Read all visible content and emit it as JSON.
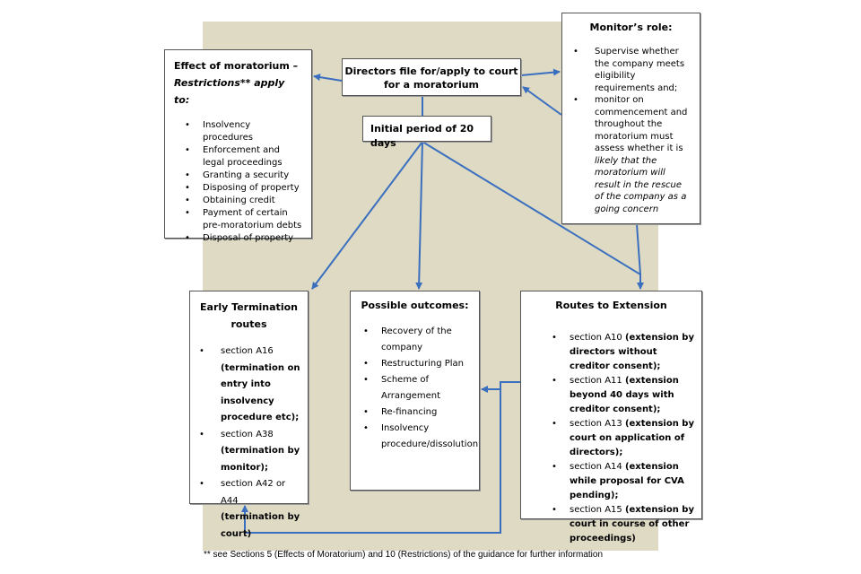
{
  "diagram": {
    "effect_box": {
      "title_line1": "Effect of moratorium –",
      "title_line2": "Restrictions** apply to:",
      "items": [
        "Insolvency procedures",
        "Enforcement and legal proceedings",
        "Granting a security",
        "Disposing of property",
        "Obtaining credit",
        "Payment of certain pre-moratorium debts",
        "Disposal of  property"
      ]
    },
    "directors_box": {
      "title": "Directors file for/apply to court for a moratorium"
    },
    "initial_box": {
      "title": "Initial period of 20 days"
    },
    "monitor_box": {
      "title": "Monitor’s role:",
      "items": [
        {
          "text": "Supervise whether the company meets eligibility requirements and;",
          "italic": ""
        },
        {
          "text": "monitor on commencement and throughout the moratorium must assess whether it is ",
          "italic": "likely that the moratorium will result in the rescue of the company as a going concern"
        }
      ]
    },
    "early_box": {
      "title": "Early Termination routes",
      "items": [
        {
          "section": "section A16",
          "detail": "(termination on entry into insolvency procedure etc);"
        },
        {
          "section": "section A38",
          "detail": "(termination by monitor);"
        },
        {
          "section": "section A42 or A44",
          "detail": "(termination by court)"
        }
      ]
    },
    "outcomes_box": {
      "title": "Possible outcomes:",
      "items": [
        "Recovery of the company",
        "Restructuring Plan",
        "Scheme of Arrangement",
        "Re-financing",
        "Insolvency procedure/dissolution"
      ]
    },
    "routes_box": {
      "title": "Routes to Extension",
      "items": [
        {
          "section": "section A10",
          "detail": "(extension by directors without creditor consent);"
        },
        {
          "section": "section A11",
          "detail": "(extension beyond 40 days with creditor consent);"
        },
        {
          "section": "section A13",
          "detail": "(extension by court on application of directors);"
        },
        {
          "section": "section A14",
          "detail": "(extension while proposal for CVA pending);"
        },
        {
          "section": "section A15",
          "detail": "(extension by court in course of other proceedings)"
        }
      ]
    },
    "footnote": "** see Sections 5 (Effects of Moratorium) and 10 (Restrictions) of the guidance for further information",
    "colors": {
      "arrow": "#3a6fbf",
      "background_panel": "#dedac4",
      "box_border": "#555555"
    }
  }
}
